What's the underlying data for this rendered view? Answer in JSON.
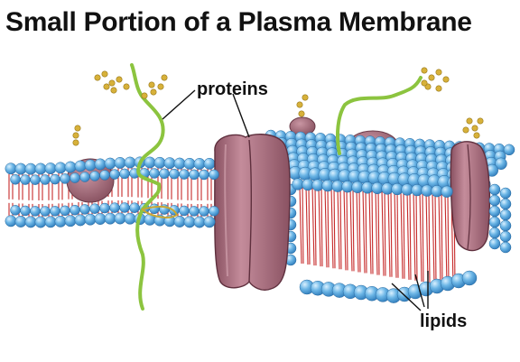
{
  "title": "Small Portion of a Plasma Membrane",
  "labels": {
    "proteins": "proteins",
    "lipids": "lipids"
  },
  "colors": {
    "phospholipid_head": "#5aa9dc",
    "phospholipid_head_highlight": "#cfeaff",
    "lipid_tail": "#c62a2a",
    "protein": "#b07686",
    "protein_dark": "#7e4756",
    "carbohydrate_chain": "#8cc43f",
    "sugar_bead": "#d7b13a",
    "leader_line": "#111111"
  }
}
